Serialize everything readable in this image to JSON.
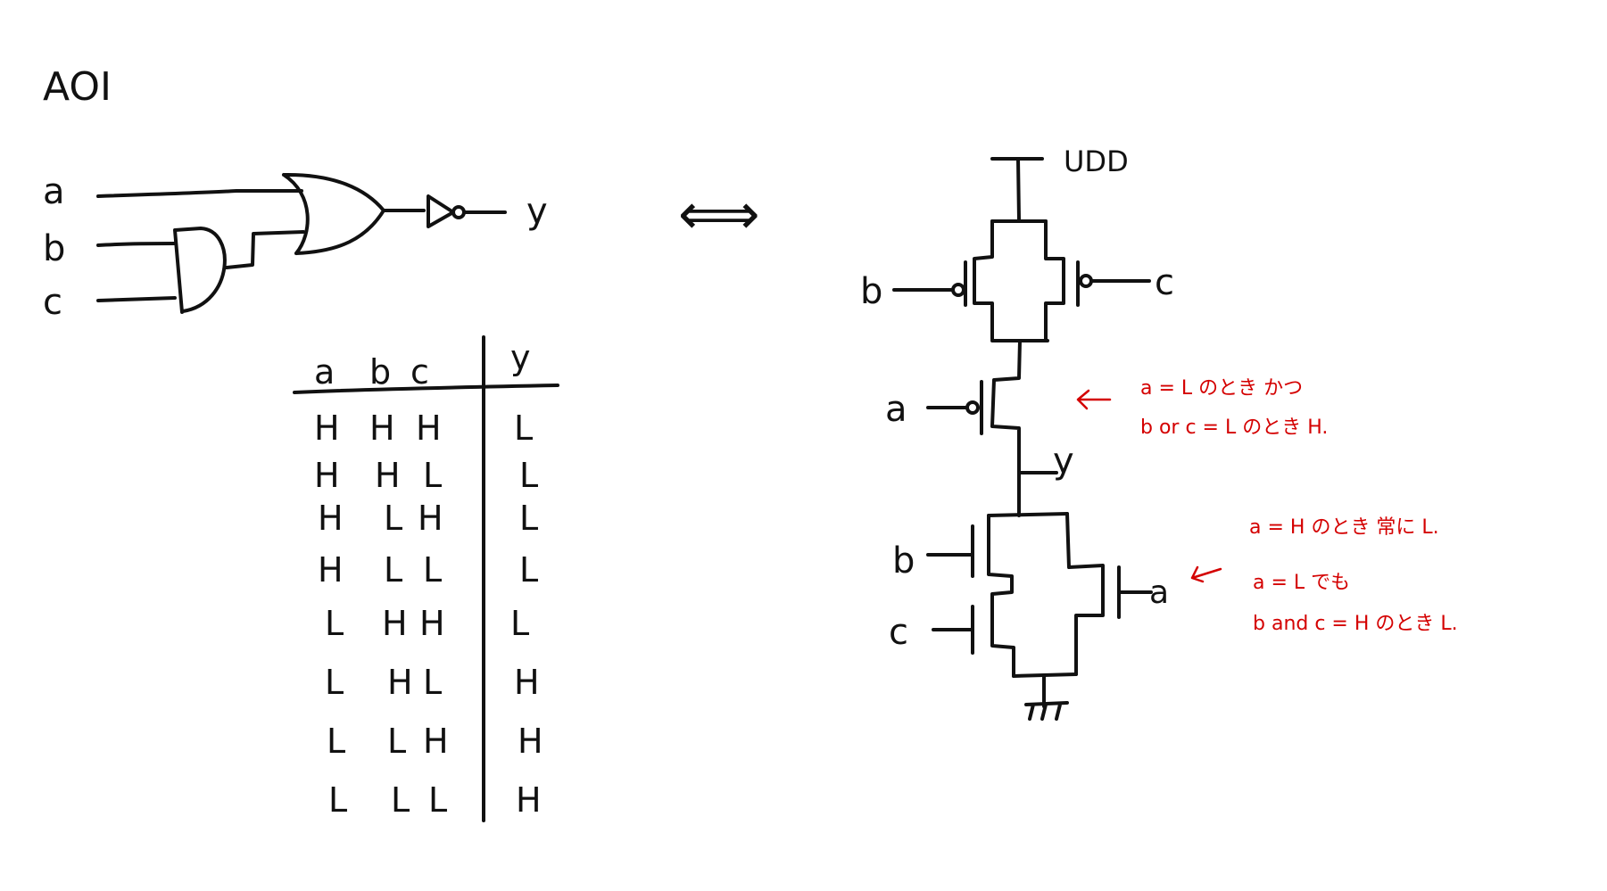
{
  "title": "AOI",
  "gate_diagram": {
    "inputs": [
      "a",
      "b",
      "c"
    ],
    "output": "y"
  },
  "equivalence_symbol": "⟺",
  "truth_table": {
    "headers": [
      "a",
      "b",
      "c",
      "y"
    ],
    "rows": [
      [
        "H",
        "H",
        "H",
        "L"
      ],
      [
        "H",
        "H",
        "L",
        "L"
      ],
      [
        "H",
        "L",
        "H",
        "L"
      ],
      [
        "H",
        "L",
        "L",
        "L"
      ],
      [
        "L",
        "H",
        "H",
        "L"
      ],
      [
        "L",
        "H",
        "L",
        "H"
      ],
      [
        "L",
        "L",
        "H",
        "H"
      ],
      [
        "L",
        "L",
        "L",
        "H"
      ]
    ]
  },
  "cmos_circuit": {
    "supply_label": "UDD",
    "pmos_b_label": "b",
    "pmos_c_label": "c",
    "pmos_a_label": "a",
    "output_label": "y",
    "nmos_b_label": "b",
    "nmos_c_label": "c",
    "nmos_a_label": "a"
  },
  "annotations": {
    "pull_up_line1": "a = L のとき かつ",
    "pull_up_line2": "b or c = L のとき H.",
    "pull_down_line1": "a = H のとき 常に L.",
    "pull_down_line2": "a = L でも",
    "pull_down_line3": "b and c = H のとき L."
  },
  "colors": {
    "ink": "#111111",
    "annotation": "#d40000"
  }
}
